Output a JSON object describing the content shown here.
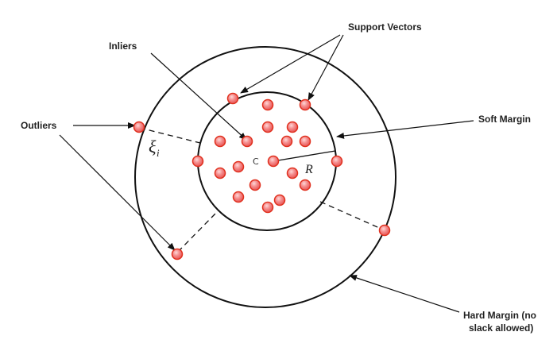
{
  "labels": {
    "support_vectors": "Support Vectors",
    "inliers": "Inliers",
    "outliers": "Outliers",
    "soft_margin": "Soft Margin",
    "hard_margin_line1": "Hard Margin (no",
    "hard_margin_line2": "slack allowed)",
    "center": "C",
    "radius": "R",
    "slack": "ξ",
    "slack_sub": "i"
  },
  "colors": {
    "point_fill": "#f07878",
    "point_stroke": "#e0301e",
    "line": "#111111"
  }
}
